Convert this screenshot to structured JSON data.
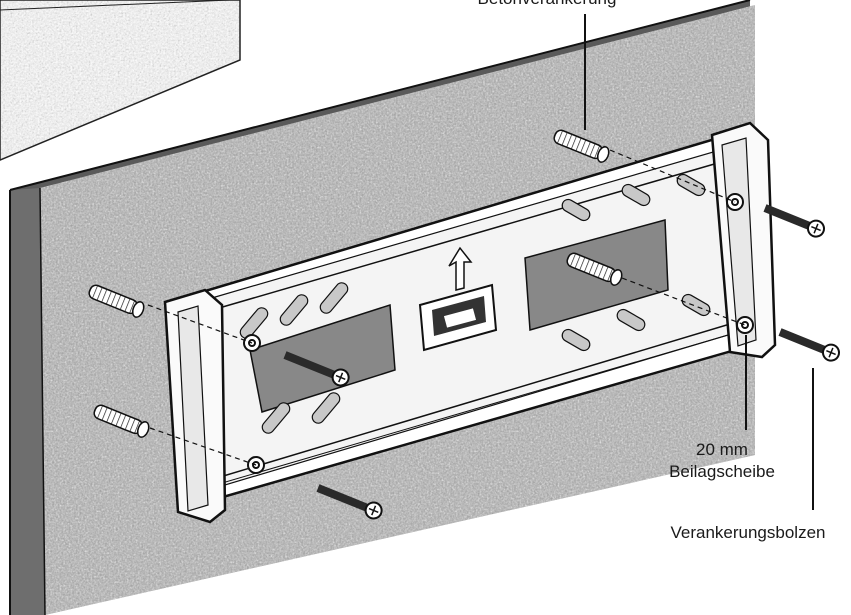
{
  "labels": {
    "concrete_anchor": "Betonverankerung",
    "washer_size": "20 mm",
    "washer": "Beilagscheibe",
    "anchor_bolt": "Verankerungsbolzen"
  },
  "colors": {
    "wall": "#9a9a9a",
    "wall_dark": "#6e6e6e",
    "wall_edge": "#4a4a4a",
    "bracket": "#ffffff",
    "line": "#1a1a1a"
  },
  "icons": {
    "direction": "arrow-up-icon",
    "fastener": "screw-icon",
    "anchor": "wall-anchor-icon"
  }
}
